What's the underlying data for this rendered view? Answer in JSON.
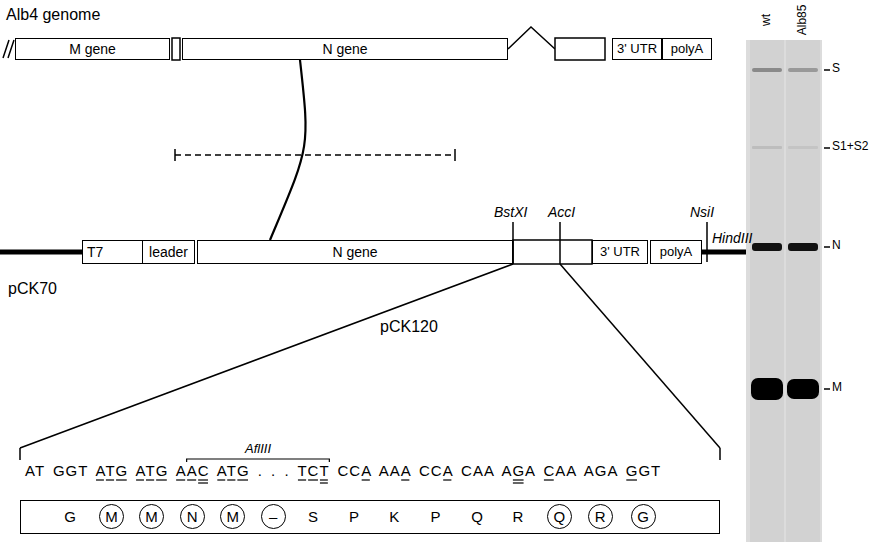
{
  "diagram": {
    "nodes": [
      {
        "text": [
          "M gene"
        ]
      },
      {
        "text": [
          "N gene"
        ]
      },
      {
        "text": [
          "3' UTR"
        ]
      },
      {
        "text": [
          "polyA"
        ]
      },
      {
        "text": [
          "T7"
        ]
      },
      {
        "text": [
          "leader"
        ]
      },
      {
        "text": [
          "N gene"
        ]
      },
      {
        "text": [
          "3' UTR"
        ]
      },
      {
        "text": [
          "polyA"
        ]
      },
      {
        "text": [
          "G",
          "S",
          "P",
          "K",
          "P",
          "Q",
          "R"
        ]
      },
      {
        "text": [
          "M"
        ],
        "in": 9
      },
      {
        "text": [
          "M"
        ],
        "in": 9
      },
      {
        "text": [
          "N"
        ],
        "in": 9
      },
      {
        "text": [
          "M"
        ],
        "in": 9
      },
      {
        "text": [
          "–"
        ],
        "in": 9
      },
      {
        "text": [
          "Q"
        ],
        "in": 9
      },
      {
        "text": [
          "R"
        ],
        "in": 9
      },
      {
        "text": [
          "G"
        ],
        "in": 9
      }
    ],
    "edges": [
      {
        "from": 1,
        "to": 6,
        "arrow": "none"
      }
    ],
    "labels": [
      "Alb4 genome",
      "pCK70",
      "BstXI",
      "AccI",
      "NsiI",
      "HindIII",
      "pCK120",
      "AflIII",
      "AT GGT ATG ATG AAC ATG . . . TCT CCA AAA CCA CAA AGA CAA AGA GGT",
      "wt",
      "Alb85",
      "S",
      "S1+S2",
      "N",
      "M"
    ]
  }
}
